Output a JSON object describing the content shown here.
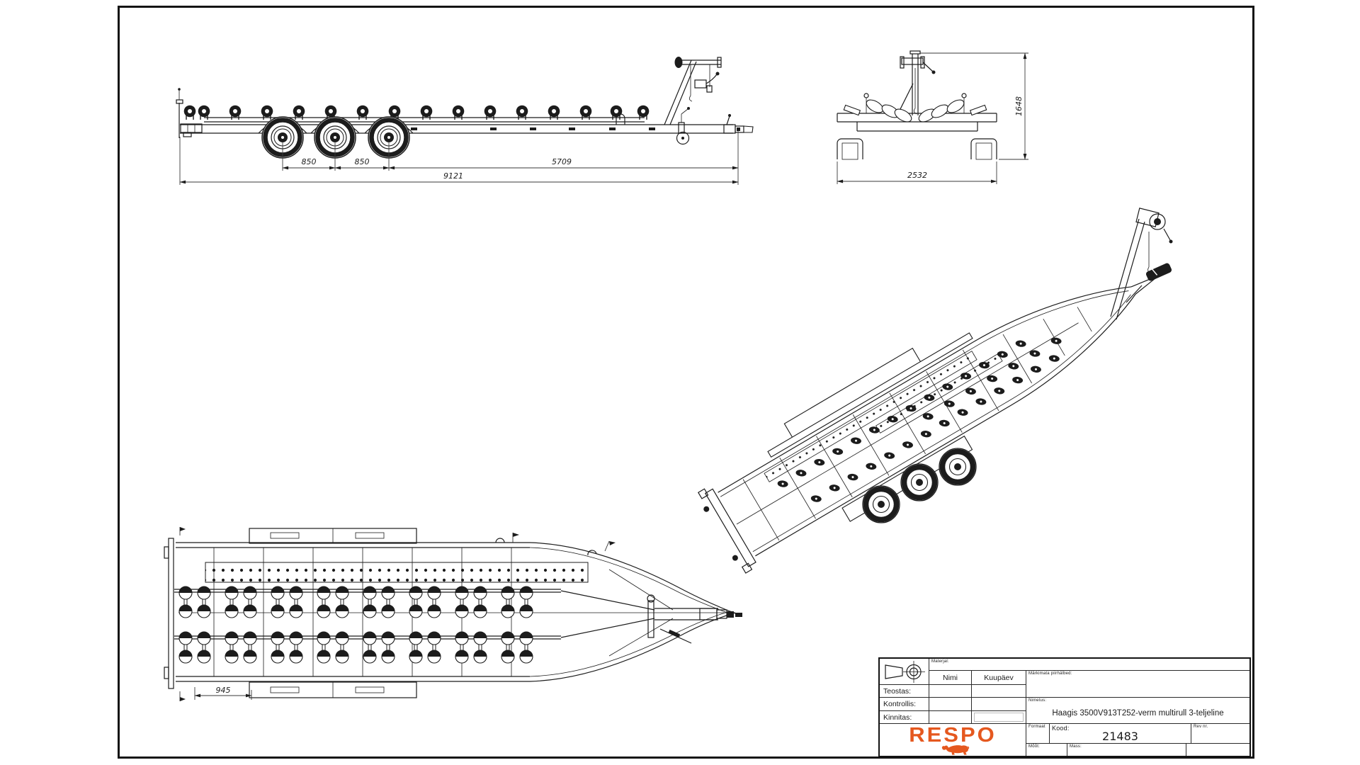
{
  "drawing": {
    "line_color": "#1c1c1c",
    "logo_color": "#e5581f"
  },
  "views": {
    "side_view": {
      "dim_axle1_axle2": "850",
      "dim_axle2_axle3": "850",
      "dim_axle3_coupling": "5709",
      "dim_total_length": "9121"
    },
    "front_view": {
      "dim_overall_width": "2532",
      "dim_overall_height": "1648"
    },
    "top_view": {
      "dim_rear_overhang": "945"
    }
  },
  "title_block": {
    "materjal_label": "Materjal:",
    "nimi_label": "Nimi",
    "kuupaev_label": "Kuupäev",
    "teostas_label": "Teostas:",
    "kontrollis_label": "Kontrollis:",
    "kinnitas_label": "Kinnitas:",
    "tolerances_label": "Märkimata piirhälbed:",
    "nimetus_label": "Nimetus:",
    "nimetus_value": "Haagis 3500V913T252-verm multirull 3-teljeline",
    "formaat_label": "Formaat",
    "kood_label": "Kood:",
    "kood_value": "21483",
    "rev_label": "Rev nr.",
    "moot_label": "Mõõt:",
    "mass_label": "Mass:",
    "logo_text": "RESPO"
  }
}
